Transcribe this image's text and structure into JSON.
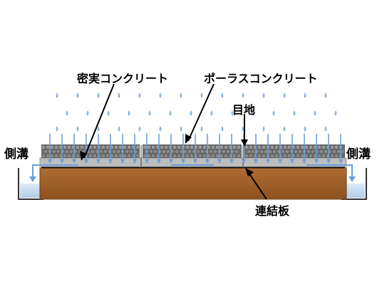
{
  "labels": {
    "dense_concrete": "密実コンクリート",
    "porous_concrete": "ポーラスコンクリート",
    "joint": "目地",
    "side_ditch_left": "側溝",
    "side_ditch_right": "側溝",
    "connecting_plate": "連結板"
  },
  "colors": {
    "ground": "#a0602a",
    "ground_edge": "#6e3d14",
    "dense_layer": "#b9b9b9",
    "porous_pebbles": "#808080",
    "rain": "#8fb4de",
    "flow_arrow": "#6f9fd6",
    "ditch_water": "#c8dcef",
    "plate_line": "#111111"
  }
}
